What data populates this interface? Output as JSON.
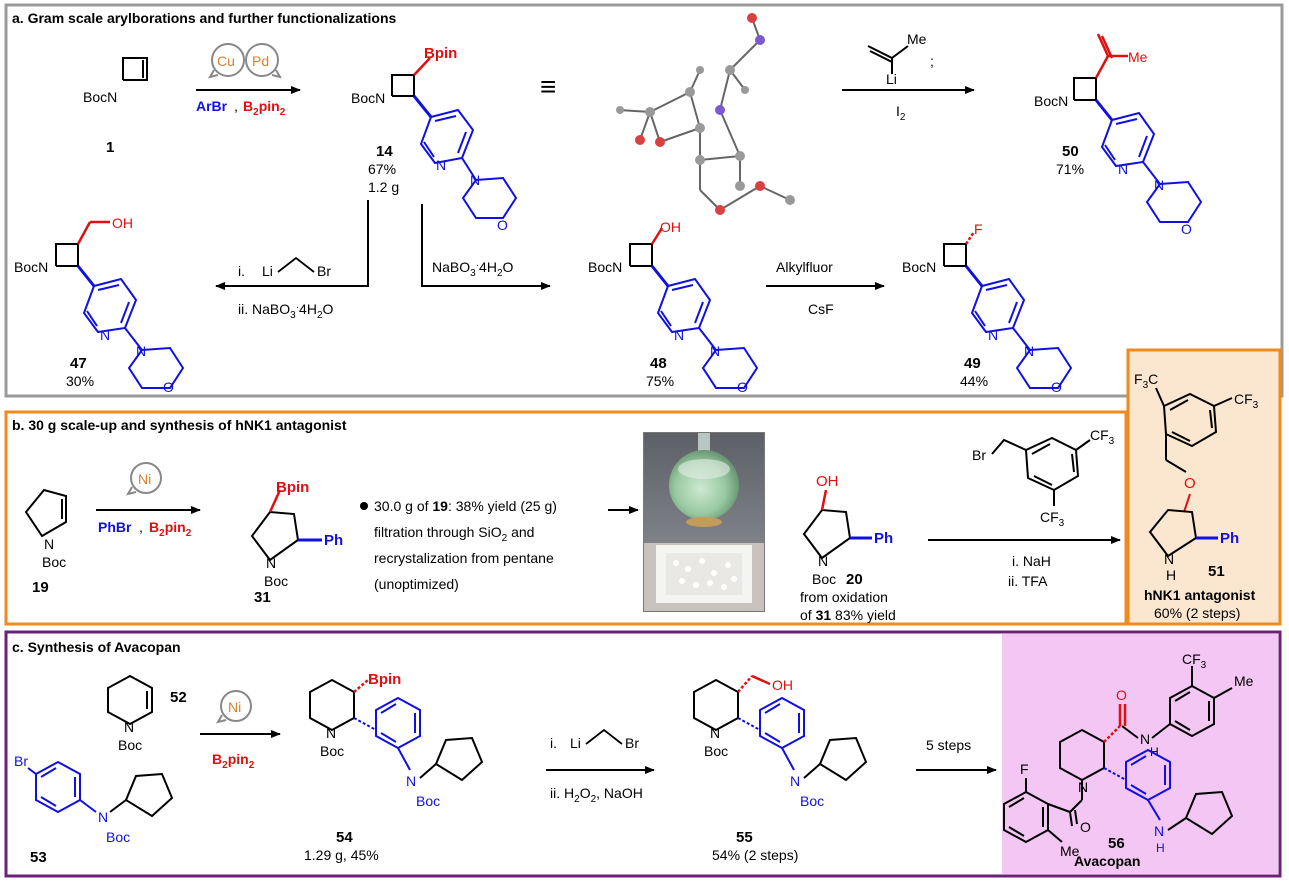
{
  "panels": {
    "a": {
      "title": "a. Gram scale arylborations and further functionalizations",
      "border": "#9b9b9b"
    },
    "b": {
      "title": "b. 30 g scale-up and synthesis of hNK1 antagonist",
      "border": "#ef8a1b"
    },
    "c": {
      "title": "c. Synthesis of Avacopan",
      "border": "#6d2077"
    }
  },
  "colors": {
    "aryl": "#1010e0",
    "boryl": "#e01010",
    "metal": "#d9822b",
    "product_bg_b": "#fbe7d0",
    "product_bg_c": "#f3c6f3"
  },
  "labels": {
    "BocN": "BocN",
    "Boc": "Boc",
    "N": "N",
    "O": "O",
    "OH": "OH",
    "F": "F",
    "Me": "Me",
    "Li": "Li",
    "Br": "Br",
    "Bpin": "Bpin",
    "Ph": "Ph",
    "H": "H",
    "CF3": "CF3",
    "CF": "CF",
    "F3C": "F3C",
    "F3": "F3",
    "semicolon": ";",
    "I2": "I2",
    "equiv": "≡",
    "ArBr": "ArBr",
    "PhBr": "PhBr",
    "comma": ",",
    "B2pin2": "B2pin2",
    "Cu": "Cu",
    "Pd": "Pd",
    "Ni": "Ni",
    "cpd1": "1",
    "cpd14": "14",
    "y14": "67%",
    "g14": "1.2 g",
    "cpd50": "50",
    "y50": "71%",
    "cpd47": "47",
    "y47": "30%",
    "cpd48": "48",
    "y48": "75%",
    "cpd49": "49",
    "y49": "44%",
    "step_i": "i.",
    "step_ii": "ii.",
    "NaBO3": "NaBO3·4H2O",
    "Alkylfluor": "Alkylfluor",
    "CsF": "CsF",
    "cpd19": "19",
    "cpd31": "31",
    "cpd20": "20",
    "cpd51": "51",
    "bullet1": "30.0 g of 19: 38% yield (25 g)",
    "bullet2": "filtration through SiO2 and",
    "bullet3": "recrystalization from pentane",
    "bullet4": "(unoptimized)",
    "from_ox1": "from oxidation",
    "from_ox2": "of 31 83% yield",
    "NaH": "i. NaH",
    "TFA": "ii. TFA",
    "hnk1": "hNK1 antagonist",
    "y51": "60% (2 steps)",
    "cpd52": "52",
    "cpd53": "53",
    "cpd54": "54",
    "y54": "1.29 g, 45%",
    "cpd55": "55",
    "y55": "54% (2 steps)",
    "H2O2": "ii. H2O2, NaOH",
    "five_steps": "5 steps",
    "cpd56": "56",
    "avacopan": "Avacopan"
  }
}
